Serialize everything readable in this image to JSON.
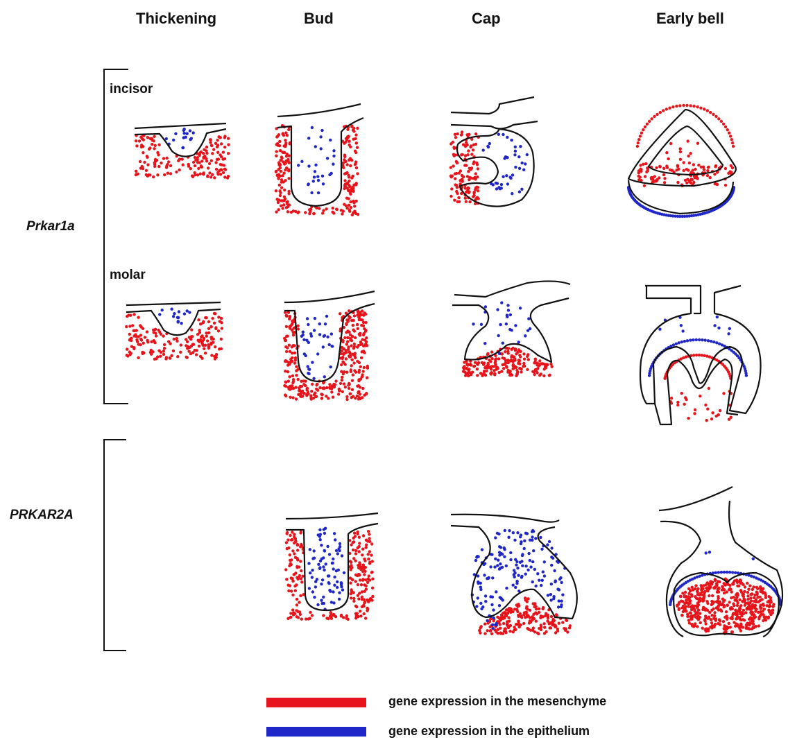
{
  "header": {
    "stages": [
      "Thickening",
      "Bud",
      "Cap",
      "Early bell"
    ]
  },
  "groups": {
    "gene1": "Prkar1a",
    "gene2": "PRKAR2A",
    "incisor": "incisor",
    "molar": "molar"
  },
  "legend": {
    "mesenchyme": "gene expression in the mesenchyme",
    "epithelium": "gene expression in the epithelium"
  },
  "colors": {
    "mesenchyme": "#e8141b",
    "epithelium": "#1f27c8",
    "outline": "#111111"
  }
}
